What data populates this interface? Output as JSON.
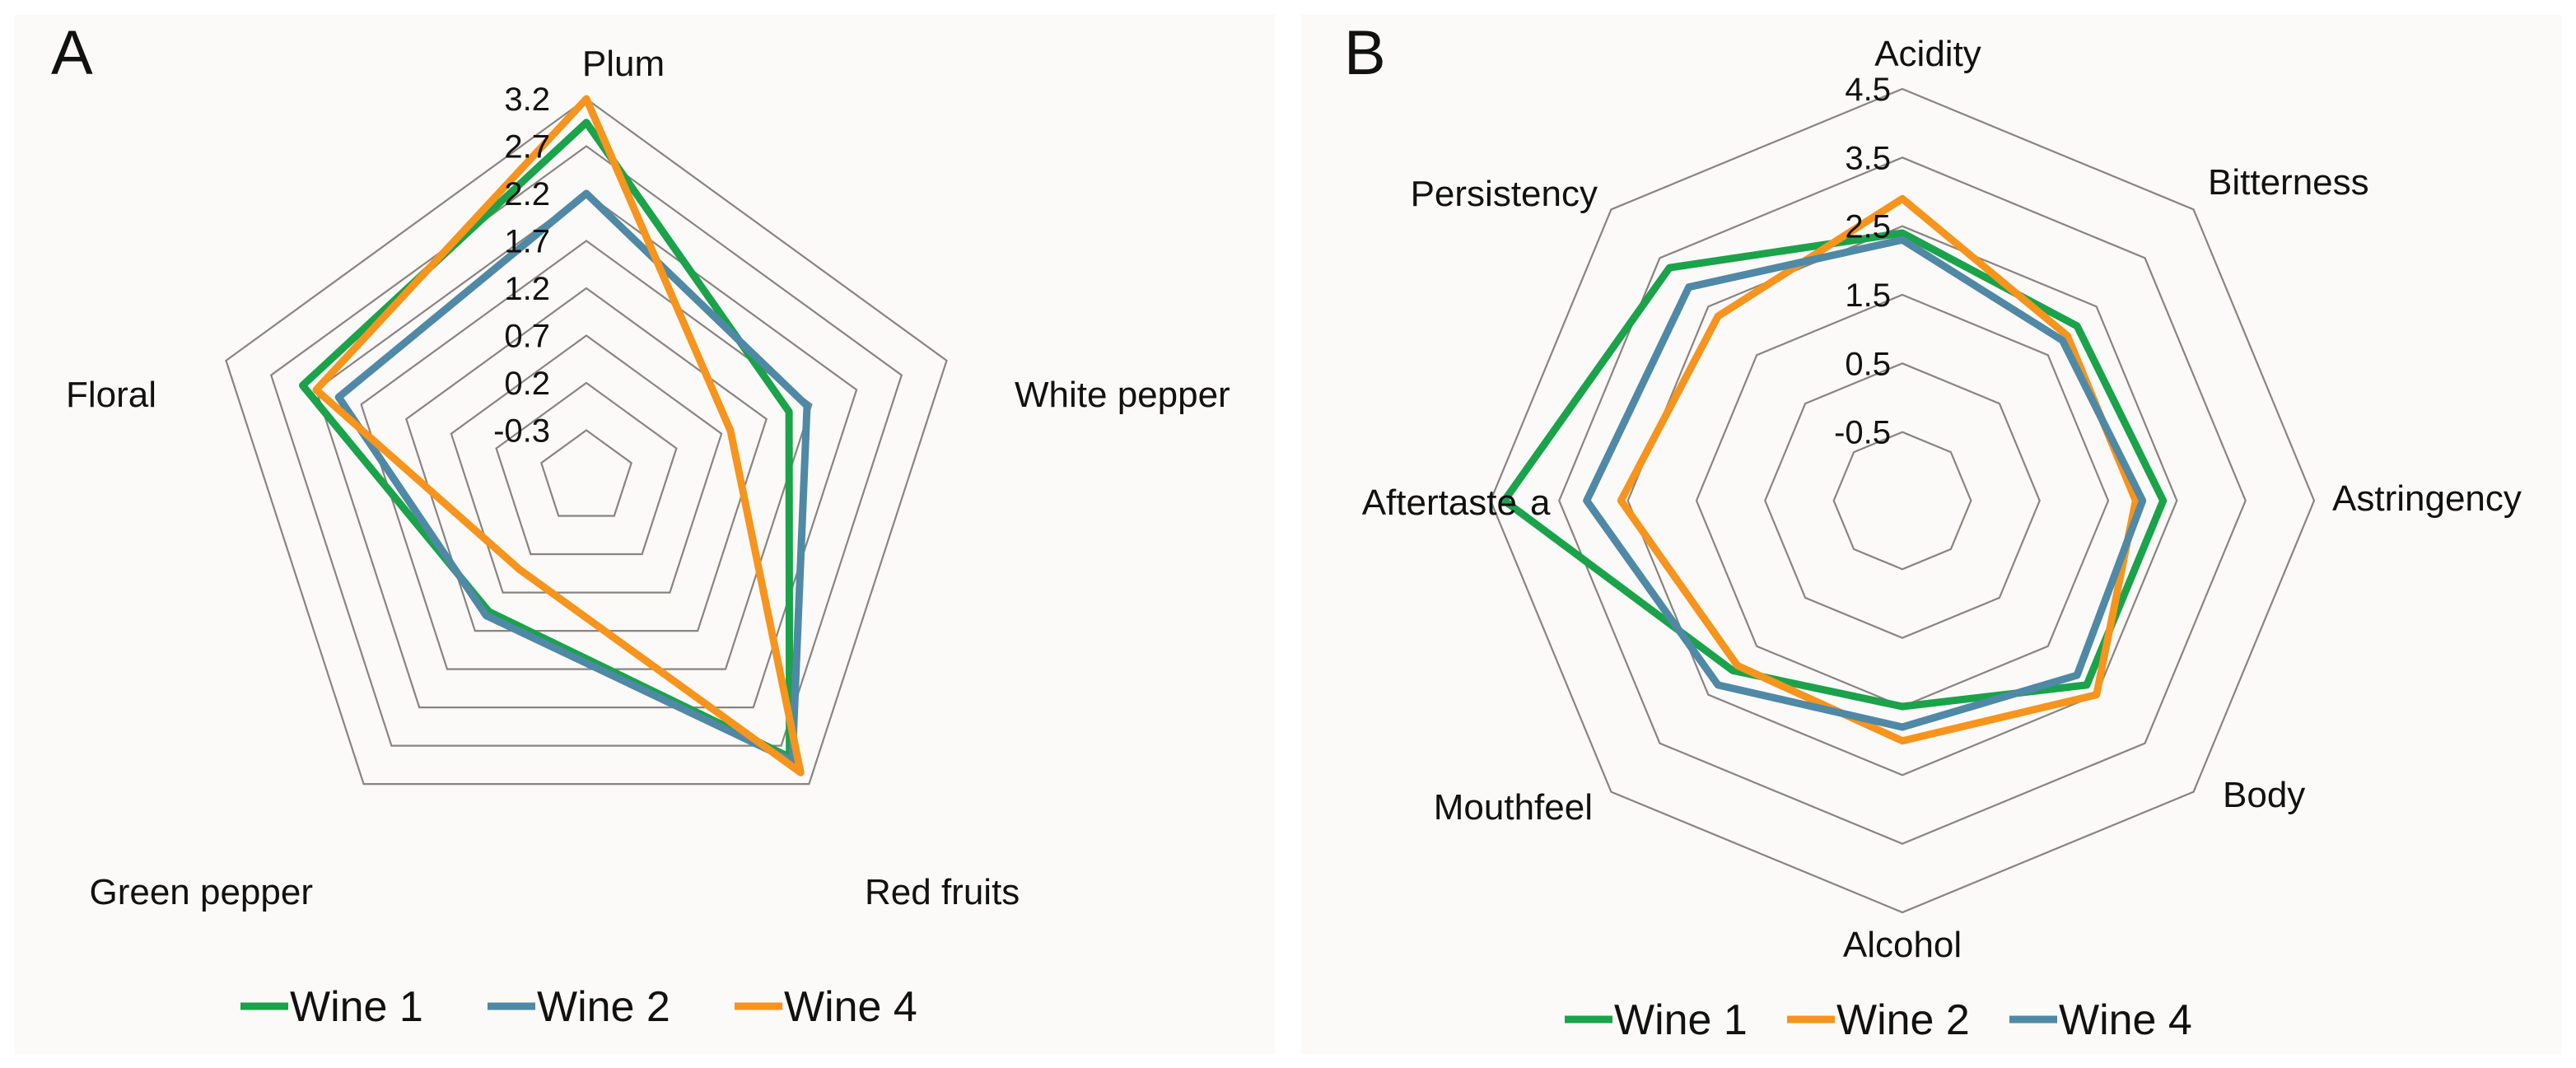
{
  "colors": {
    "green": "#1aa34a",
    "blue": "#4f89a6",
    "orange": "#f7941d",
    "grid": "#8a8480",
    "panel_bg": "#fbfaf8"
  },
  "chart_data": [
    {
      "type": "radar",
      "panel_label": "A",
      "axes": [
        "Plum",
        "White pepper",
        "Red fruits",
        "Green pepper",
        "Floral"
      ],
      "tick_labels": [
        "3.2",
        "2.7",
        "2.2",
        "1.7",
        "1.2",
        "0.7",
        "0.2",
        "-0.3"
      ],
      "range": [
        -0.8,
        3.2
      ],
      "ring_values": [
        -0.3,
        0.2,
        0.7,
        1.2,
        1.7,
        2.2,
        2.7,
        3.2
      ],
      "annotation": "",
      "series": [
        {
          "name": "Wine 1",
          "color": "#1aa34a",
          "values": [
            2.95,
            1.45,
            2.85,
            0.95,
            2.35
          ]
        },
        {
          "name": "Wine 2",
          "color": "#4f89a6",
          "values": [
            2.2,
            1.65,
            2.9,
            1.0,
            1.95
          ]
        },
        {
          "name": "Wine 4",
          "color": "#f7941d",
          "values": [
            3.2,
            0.8,
            3.05,
            0.4,
            2.2
          ]
        }
      ]
    },
    {
      "type": "radar",
      "panel_label": "B",
      "axes": [
        "Acidity",
        "Bitterness",
        "Astringency",
        "Body",
        "Alcohol",
        "Mouthfeel",
        "Aftertaste",
        "Persistency"
      ],
      "tick_labels": [
        "4.5",
        "3.5",
        "2.5",
        "1.5",
        "0.5",
        "-0.5"
      ],
      "range": [
        -1.5,
        4.5
      ],
      "ring_values": [
        -0.5,
        0.5,
        1.5,
        2.5,
        3.5,
        4.5
      ],
      "annotation": "a",
      "series": [
        {
          "name": "Wine 1",
          "color": "#1aa34a",
          "values": [
            2.4,
            2.1,
            2.3,
            2.3,
            1.5,
            2.0,
            4.3,
            3.3
          ]
        },
        {
          "name": "Wine 2",
          "color": "#f7941d",
          "values": [
            2.9,
            1.9,
            1.9,
            2.5,
            2.0,
            1.9,
            2.6,
            2.3
          ]
        },
        {
          "name": "Wine 4",
          "color": "#4f89a6",
          "values": [
            2.3,
            1.8,
            2.0,
            2.1,
            1.8,
            2.3,
            3.1,
            2.9
          ]
        }
      ]
    }
  ]
}
